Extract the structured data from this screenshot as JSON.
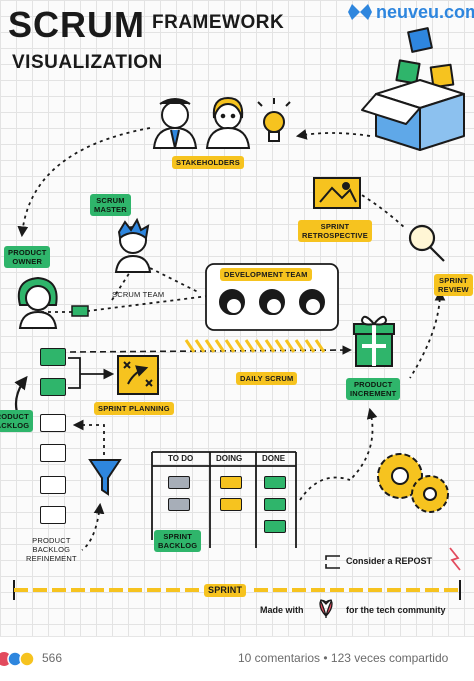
{
  "title": {
    "line1": "SCRUM",
    "line2": "FRAMEWORK",
    "line3": "VISUALIZATION"
  },
  "brand": {
    "name": "neuveu.com"
  },
  "nodes": {
    "stakeholders": "STAKEHOLDERS",
    "scrum_master": "SCRUM\nMASTER",
    "product_owner": "PRODUCT\nOWNER",
    "scrum_team": "SCRUM TEAM",
    "development_team": "DEVELOPMENT TEAM",
    "sprint_retrospective": "SPRINT\nRETROSPECTIVE",
    "sprint_review": "SPRINT\nREVIEW",
    "sprint_planning": "SPRINT PLANNING",
    "daily_scrum": "DAILY SCRUM",
    "product_increment": "PRODUCT\nINCREMENT",
    "product_backlog": "PRODUCT\nBACKLOG",
    "product_backlog_refinement": "PRODUCT\nBACKLOG\nREFINEMENT",
    "sprint_backlog": "SPRINT\nBACKLOG",
    "sprint": "SPRINT"
  },
  "board": {
    "columns": [
      "TO DO",
      "DOING",
      "DONE"
    ]
  },
  "notes": {
    "repost": "Consider a REPOST",
    "made_with": "Made with",
    "for_community": "for the tech community"
  },
  "colors": {
    "green": "#2fb56b",
    "yellow": "#f6c31f",
    "blue": "#2e86de",
    "gray": "#a7aeb8"
  },
  "footer": {
    "reactions": "566",
    "stats": "10 comentarios • 123 veces compartido"
  }
}
